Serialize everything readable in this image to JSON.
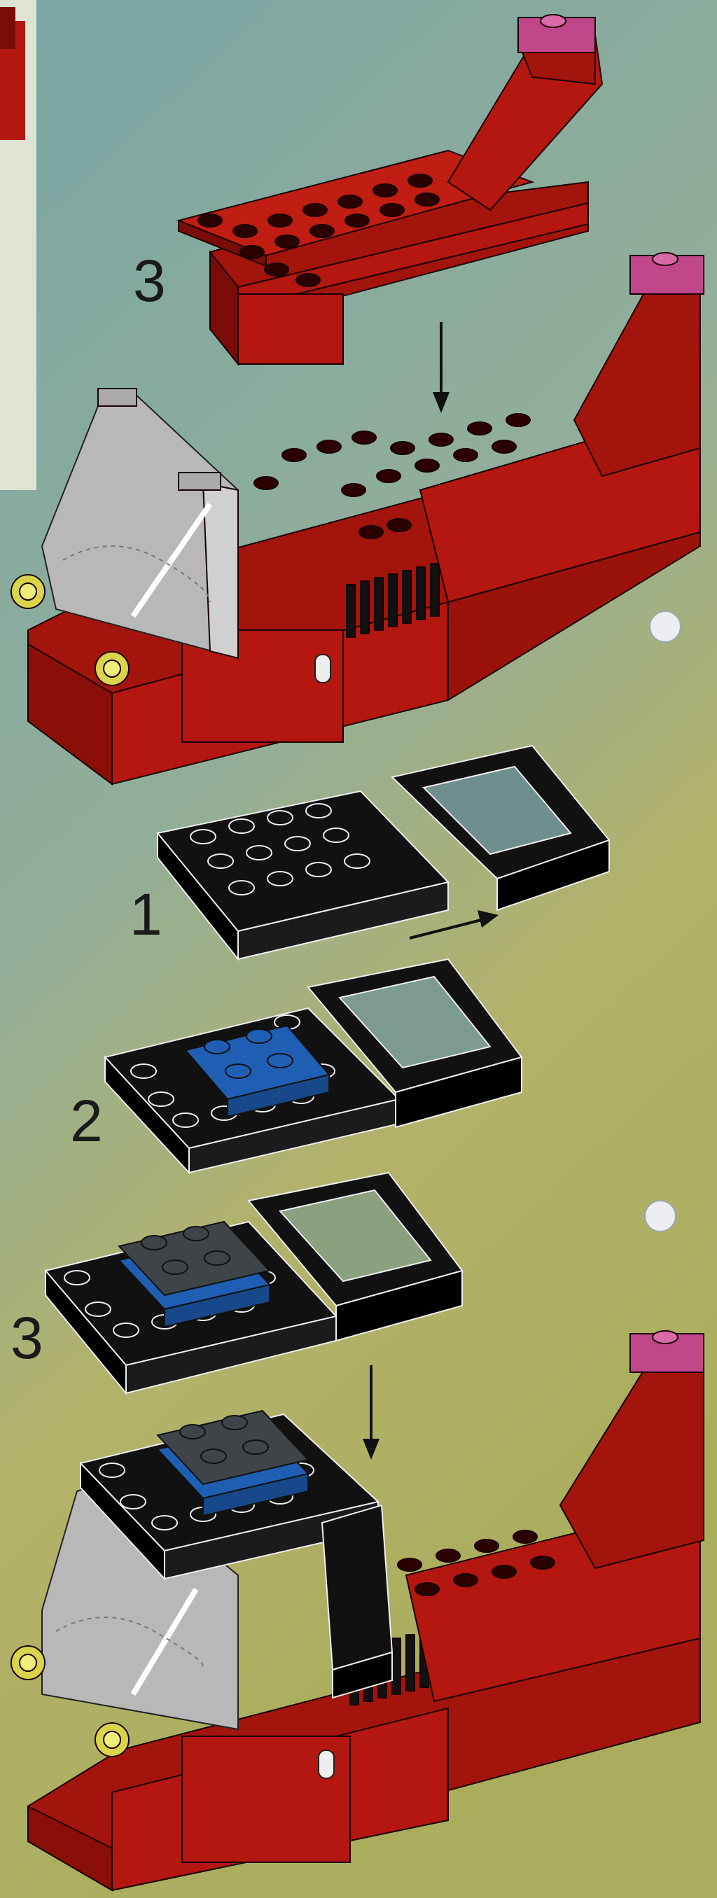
{
  "steps": {
    "top": "3",
    "sub1": "1",
    "sub2": "2",
    "sub3": "3"
  },
  "colors": {
    "background_top": "#7fa7a2",
    "background_bottom": "#b6b05a",
    "red_brick": "#b3170f",
    "red_dark": "#7a0c07",
    "red_light": "#d02a1e",
    "magenta_tile": "#c0478a",
    "black_plate": "#101010",
    "blue_plate": "#1f5fb3",
    "dark_gray": "#3e4448",
    "glass_gray": "#b8b8b8",
    "yellow_light": "#d9d44a",
    "hole_white": "#eeeef2",
    "corner_card": "#dfe3d4"
  },
  "icons": [
    "arrow-down-icon",
    "arrow-right-icon",
    "binder-hole-icon"
  ]
}
